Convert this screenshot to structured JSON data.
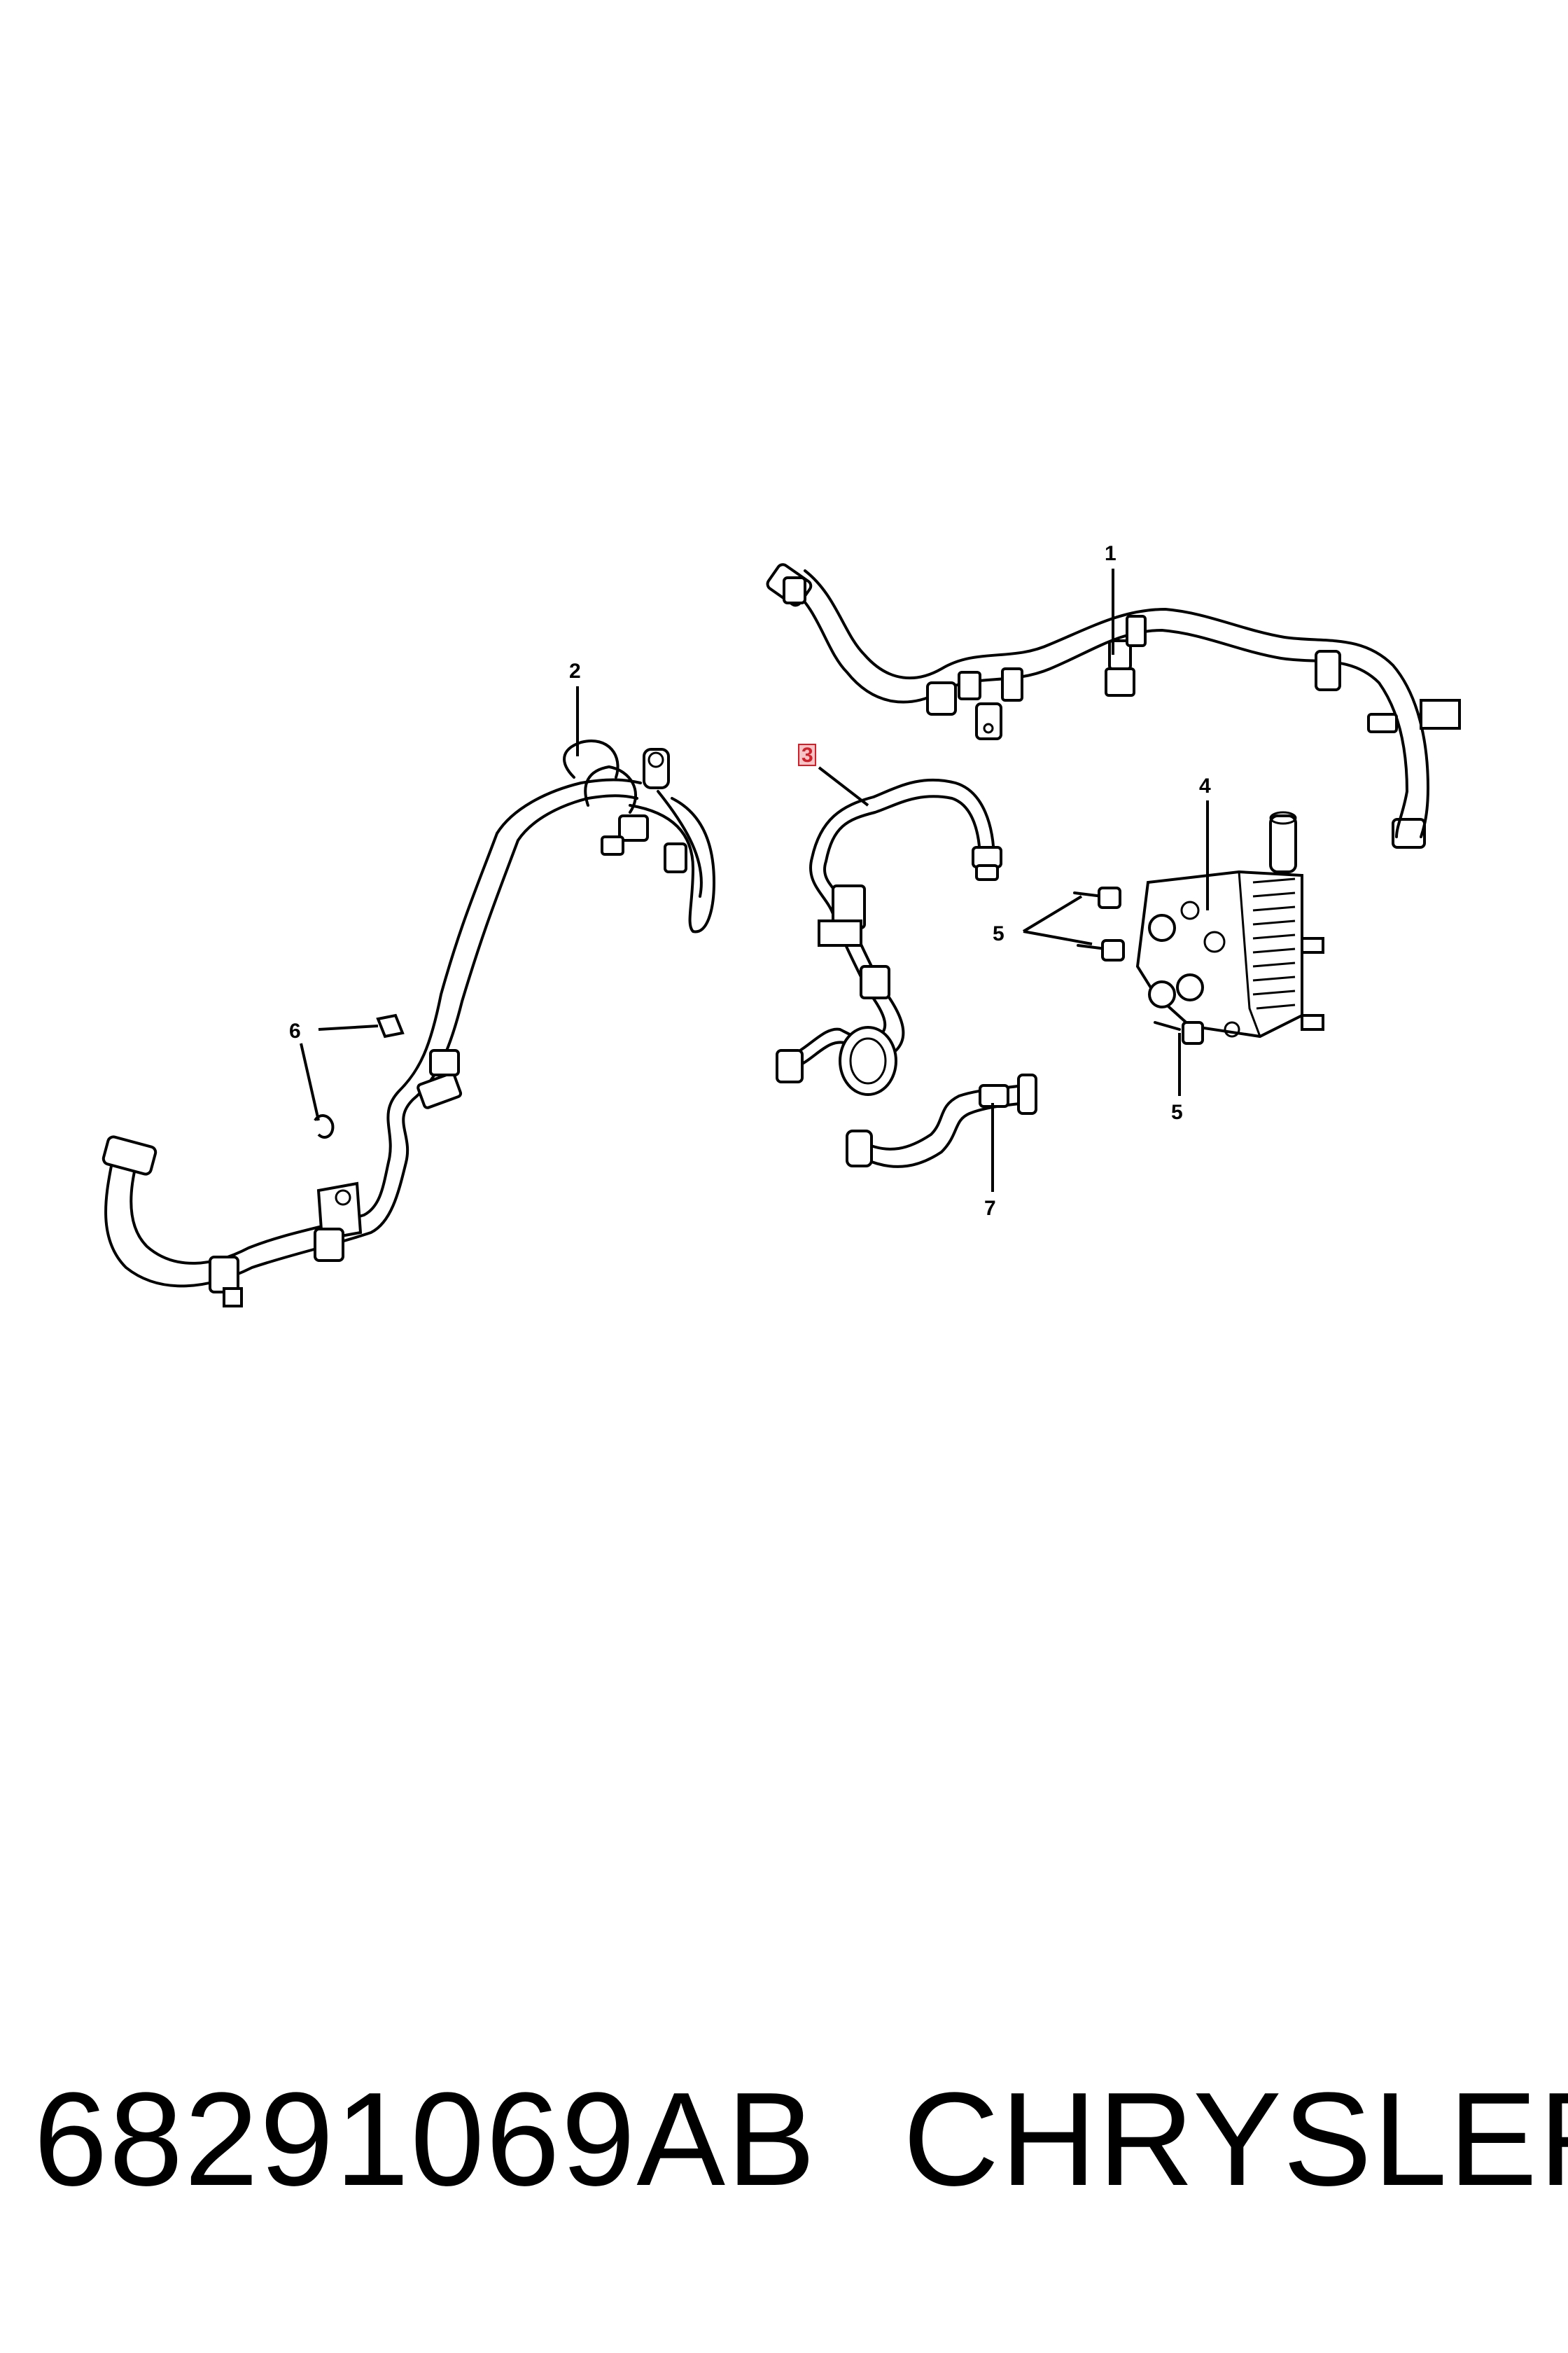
{
  "callouts": {
    "c1": "1",
    "c2": "2",
    "c3": "3",
    "c4": "4",
    "c5a": "5",
    "c5b": "5",
    "c6": "6",
    "c7": "7"
  },
  "highlighted_callout": "3",
  "highlight_color": "#d0202a",
  "footer": {
    "part_number": "68291069AB",
    "brand": "CHRYSLER"
  }
}
